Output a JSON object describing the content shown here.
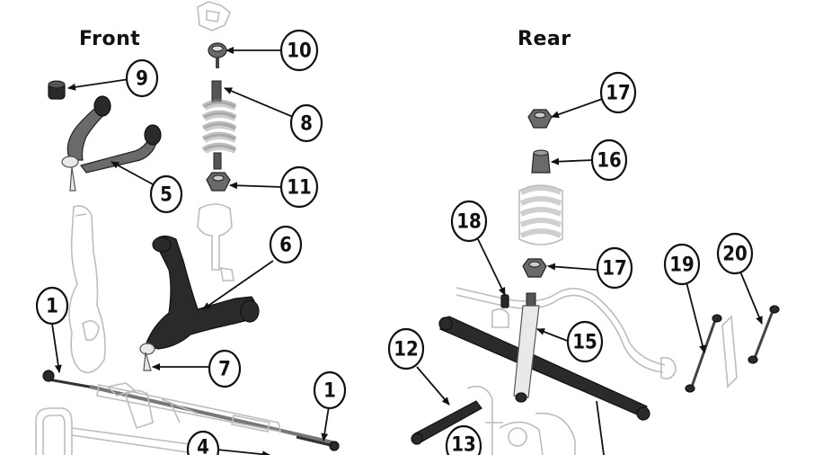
{
  "sections": {
    "front_label": "Front",
    "rear_label": "Rear"
  },
  "callouts": [
    {
      "id": "c9",
      "num": "9"
    },
    {
      "id": "c10",
      "num": "10"
    },
    {
      "id": "c8",
      "num": "8"
    },
    {
      "id": "c11",
      "num": "11"
    },
    {
      "id": "c5",
      "num": "5"
    },
    {
      "id": "c6",
      "num": "6"
    },
    {
      "id": "c7",
      "num": "7"
    },
    {
      "id": "c1a",
      "num": "1"
    },
    {
      "id": "c1b",
      "num": "1"
    },
    {
      "id": "c4",
      "num": "4"
    },
    {
      "id": "c17a",
      "num": "17"
    },
    {
      "id": "c16",
      "num": "16"
    },
    {
      "id": "c17b",
      "num": "17"
    },
    {
      "id": "c18",
      "num": "18"
    },
    {
      "id": "c15",
      "num": "15"
    },
    {
      "id": "c19",
      "num": "19"
    },
    {
      "id": "c20",
      "num": "20"
    },
    {
      "id": "c12",
      "num": "12"
    },
    {
      "id": "c13",
      "num": "13"
    }
  ]
}
